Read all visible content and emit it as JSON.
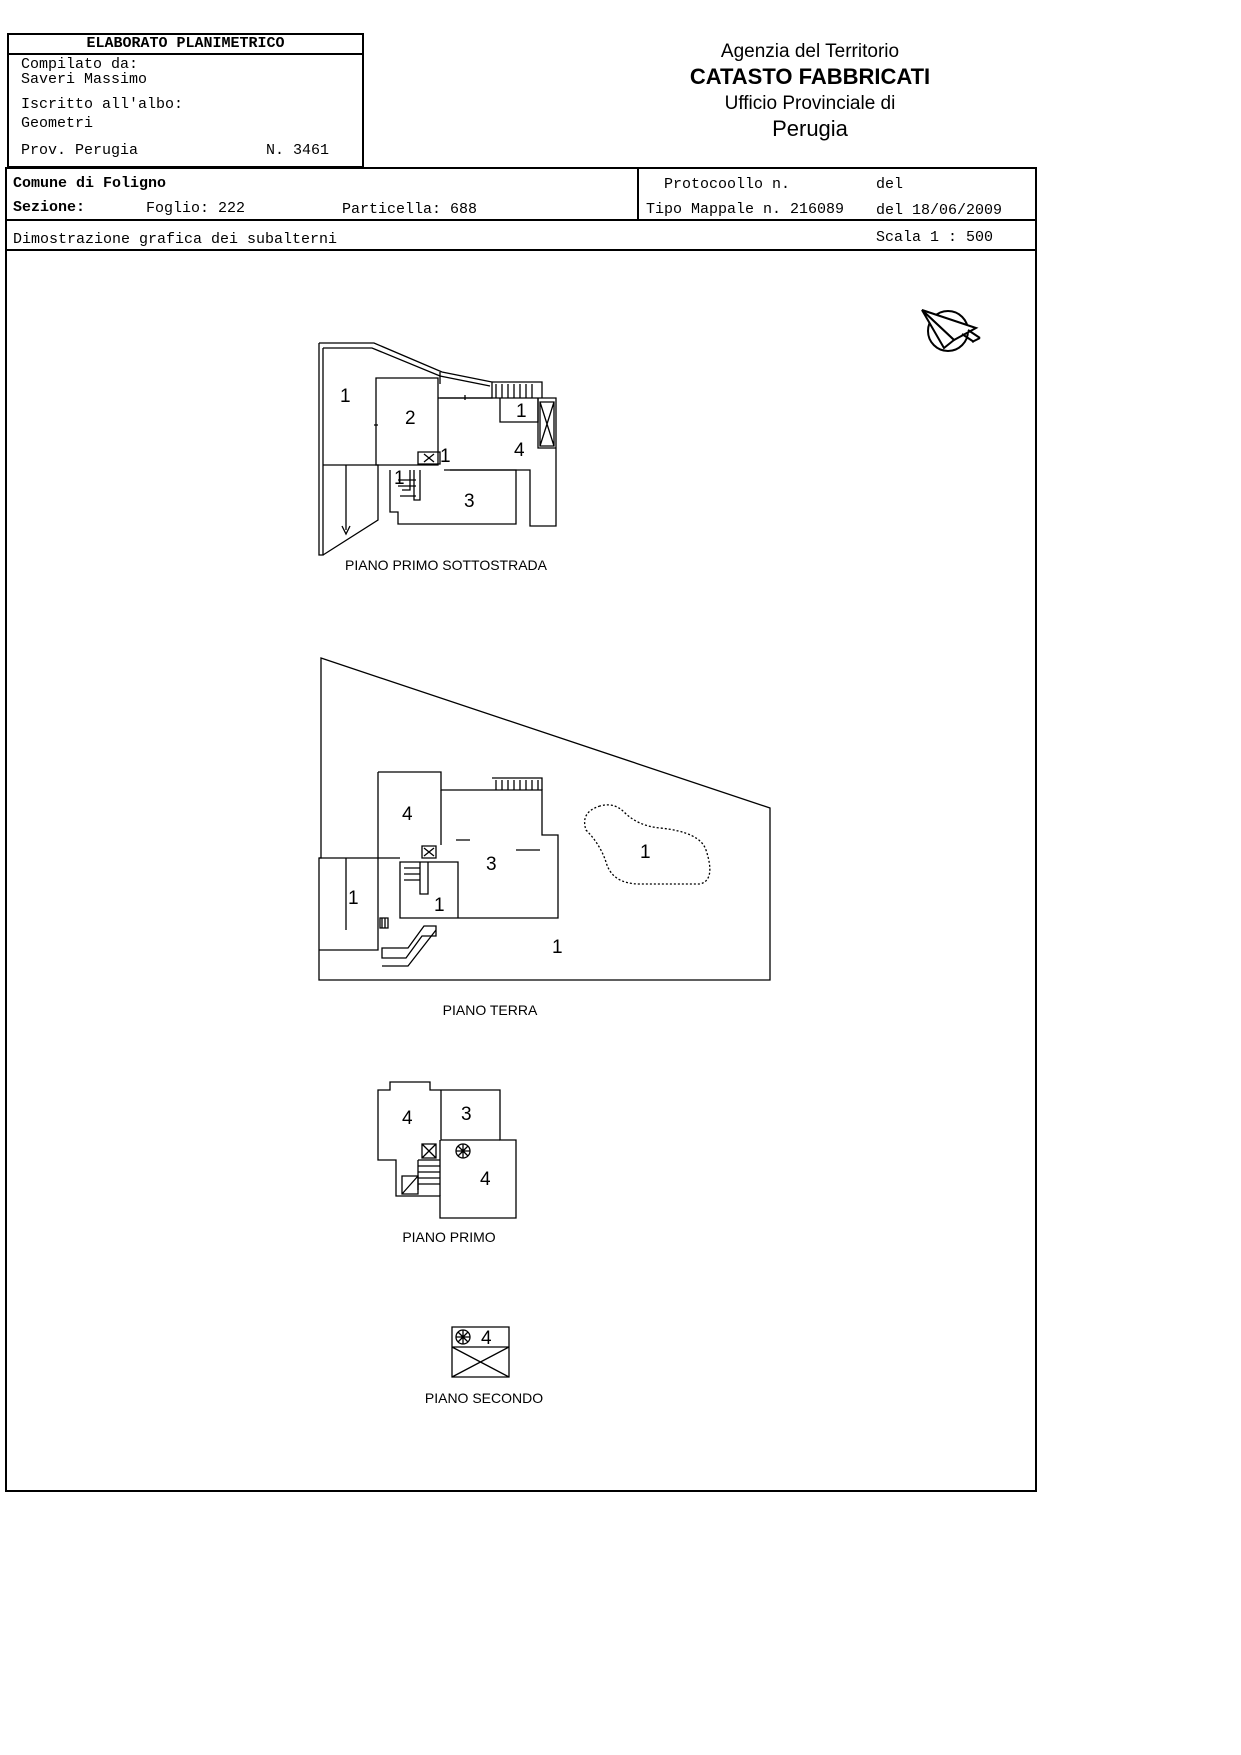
{
  "header": {
    "doc_title": "ELABORATO PLANIMETRICO",
    "compilato_label": "Compilato da:",
    "compilato_name": "Saveri Massimo",
    "iscritto_label": "Iscritto all'albo:",
    "iscritto_value": "Geometri",
    "prov": "Prov. Perugia",
    "numero": "N.  3461"
  },
  "agency": {
    "line1": "Agenzia del Territorio",
    "line2": "CATASTO FABBRICATI",
    "line3": "Ufficio Provinciale di",
    "line4": "Perugia"
  },
  "info": {
    "comune": "Comune di Foligno",
    "sezione": "Sezione:",
    "foglio": "Foglio: 222",
    "particella": "Particella: 688",
    "protocollo": "Protocoollo n.",
    "del_label": "del",
    "tipo_mappale": "Tipo Mappale n. 216089",
    "del_date": "del 18/06/2009",
    "dimostrazione": "Dimostrazione grafica dei subalterni",
    "scala": "Scala 1 : 500"
  },
  "floors": {
    "sottostrada": {
      "label": "PIANO PRIMO SOTTOSTRADA",
      "units": [
        "1",
        "2",
        "1",
        "4",
        "1",
        "1",
        "3"
      ]
    },
    "terra": {
      "label": "PIANO TERRA",
      "units": [
        "4",
        "3",
        "1",
        "1",
        "1",
        "1"
      ]
    },
    "primo": {
      "label": "PIANO PRIMO",
      "units": [
        "4",
        "3",
        "4"
      ]
    },
    "secondo": {
      "label": "PIANO SECONDO",
      "units": [
        "4"
      ]
    }
  }
}
